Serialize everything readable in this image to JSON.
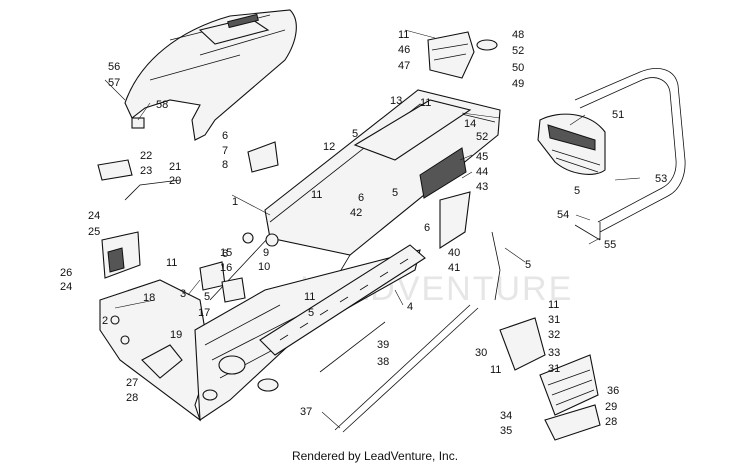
{
  "caption": "Rendered by LeadVenture, Inc.",
  "watermark": "LEADVENTURE",
  "callouts": [
    "1",
    "2",
    "3",
    "4",
    "5",
    "6",
    "7",
    "8",
    "9",
    "10",
    "11",
    "12",
    "13",
    "14",
    "15",
    "16",
    "17",
    "18",
    "19",
    "20",
    "21",
    "22",
    "23",
    "24",
    "25",
    "26",
    "27",
    "28",
    "29",
    "30",
    "31",
    "32",
    "33",
    "34",
    "35",
    "36",
    "37",
    "38",
    "39",
    "40",
    "41",
    "42",
    "43",
    "44",
    "45",
    "46",
    "47",
    "48",
    "49",
    "50",
    "51",
    "52",
    "53",
    "54",
    "55",
    "56",
    "57",
    "58"
  ]
}
